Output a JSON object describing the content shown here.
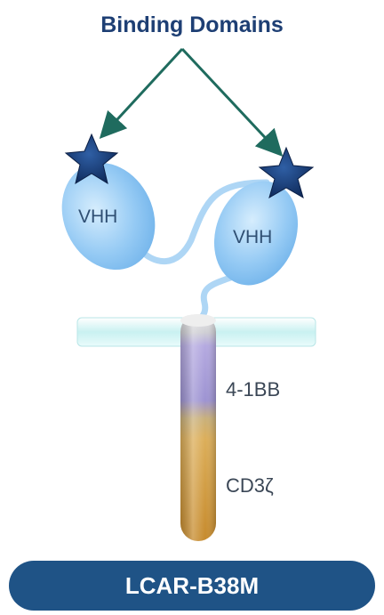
{
  "title": "Binding Domains",
  "domains": {
    "vhh_left": "VHH",
    "vhh_right": "VHH",
    "costim": "4-1BB",
    "signaling": "CD3ζ"
  },
  "banner": "LCAR-B38M",
  "colors": {
    "title": "#1e3f74",
    "arrow": "#1f6b5e",
    "star": "#1a3a6e",
    "vhh": "#8fc7f2",
    "membrane": "#c6eff0",
    "costim": "#a79bd6",
    "signaling": "#d6a14a",
    "banner": "#1f5386"
  },
  "icons": [
    "star-icon",
    "star-icon",
    "arrow-down-left",
    "arrow-down-right"
  ]
}
